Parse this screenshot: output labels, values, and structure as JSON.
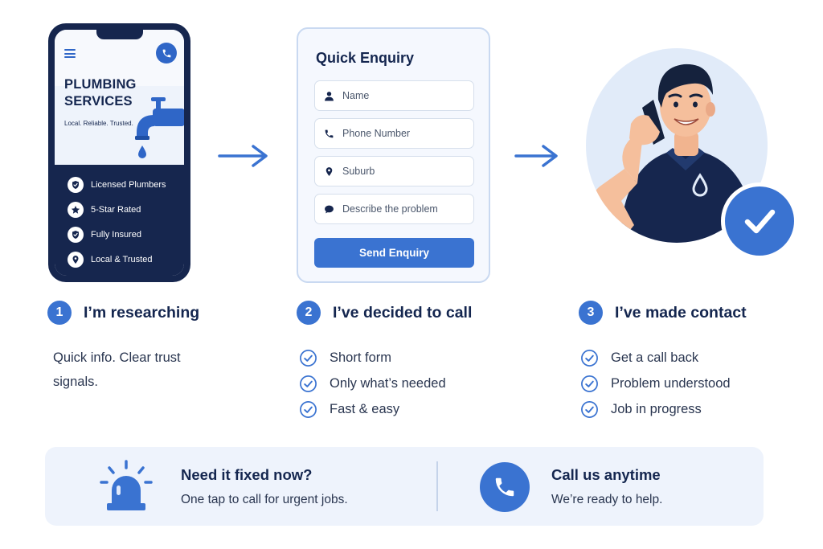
{
  "phone": {
    "title_line1": "PLUMBING",
    "title_line2": "SERVICES",
    "tagline": "Local. Reliable. Trusted.",
    "trust_items": [
      {
        "label": "Licensed Plumbers",
        "icon": "shield-check-icon"
      },
      {
        "label": "5-Star Rated",
        "icon": "star-icon"
      },
      {
        "label": "Fully Insured",
        "icon": "shield-check-icon"
      },
      {
        "label": "Local & Trusted",
        "icon": "location-pin-icon"
      }
    ]
  },
  "form": {
    "title": "Quick Enquiry",
    "fields": [
      {
        "placeholder": "Name",
        "icon": "user-icon"
      },
      {
        "placeholder": "Phone Number",
        "icon": "phone-icon"
      },
      {
        "placeholder": "Suburb",
        "icon": "location-pin-icon"
      },
      {
        "placeholder": "Describe the problem",
        "icon": "chat-bubble-icon"
      }
    ],
    "submit_label": "Send Enquiry"
  },
  "steps": [
    {
      "number": "1",
      "title": "I’m researching",
      "description": "Quick info. Clear trust signals."
    },
    {
      "number": "2",
      "title": "I’ve decided to call",
      "checks": [
        "Short form",
        "Only what’s needed",
        "Fast & easy"
      ]
    },
    {
      "number": "3",
      "title": "I’ve made contact",
      "checks": [
        "Get a call back",
        "Problem understood",
        "Job in progress"
      ]
    }
  ],
  "banner": {
    "urgent_title": "Need it fixed now?",
    "urgent_sub": "One tap to call for urgent jobs.",
    "call_title": "Call us anytime",
    "call_sub": "We’re ready to help."
  },
  "colors": {
    "navy": "#16264e",
    "accent": "#3a73d1",
    "light_bg": "#eef3fc"
  }
}
